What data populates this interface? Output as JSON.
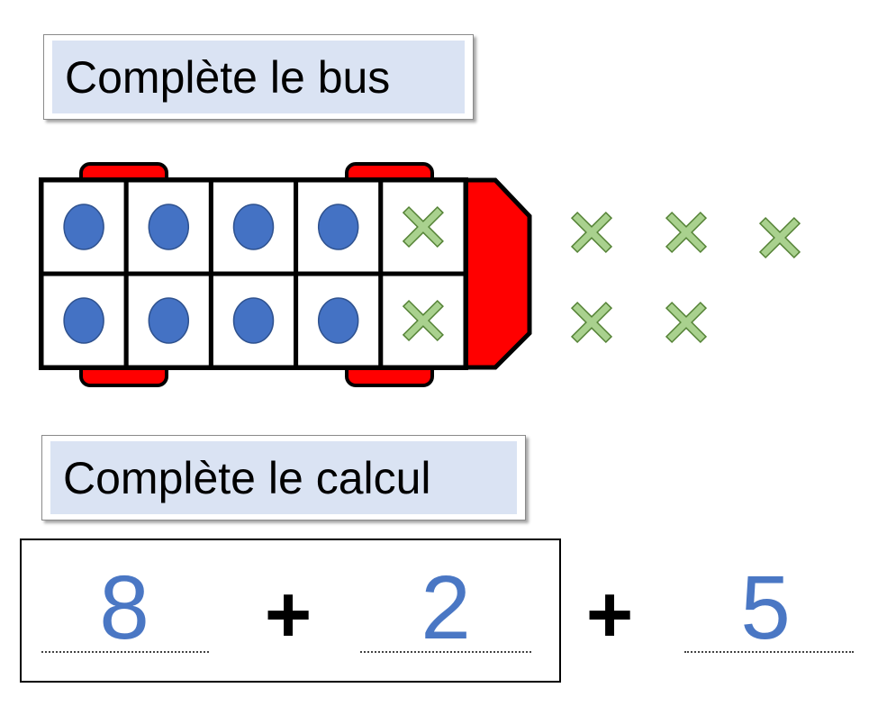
{
  "titles": {
    "bus_title": "Complète le bus",
    "calc_title": "Complète le calcul"
  },
  "bus": {
    "rows": 2,
    "cols": 5,
    "cells": [
      [
        "dot",
        "dot",
        "dot",
        "dot",
        "cross"
      ],
      [
        "dot",
        "dot",
        "dot",
        "dot",
        "cross"
      ]
    ],
    "extra_crosses": 5
  },
  "calculation": {
    "term1": "8",
    "op1": "+",
    "term2": "2",
    "op2": "+",
    "term3": "5"
  },
  "colors": {
    "dot": "#4472c4",
    "cross_fill": "#a9d18e",
    "cross_stroke": "#548235",
    "bus_red": "#ff0000",
    "title_bg": "#dae3f3",
    "number": "#4a77c4"
  }
}
